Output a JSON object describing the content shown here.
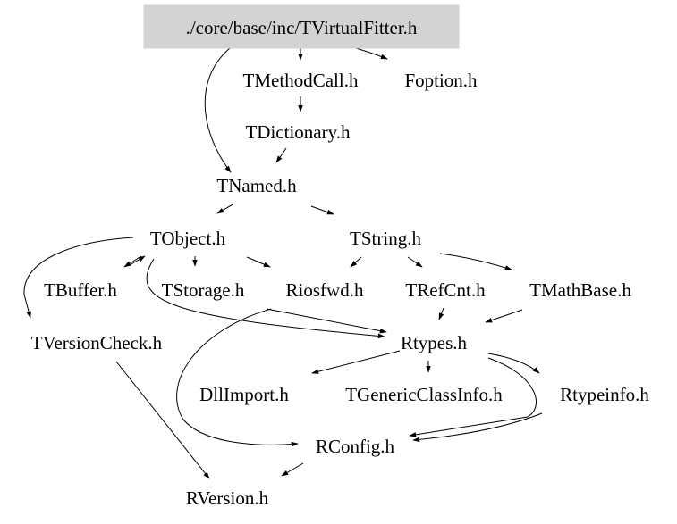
{
  "graph": {
    "title": "./core/base/inc/TVirtualFitter.h",
    "root_fill": "#d3d3d3",
    "nodes": [
      {
        "id": "tvirtualfitter",
        "label": "./core/base/inc/TVirtualFitter.h"
      },
      {
        "id": "tmethodcall",
        "label": "TMethodCall.h"
      },
      {
        "id": "foption",
        "label": "Foption.h"
      },
      {
        "id": "tdictionary",
        "label": "TDictionary.h"
      },
      {
        "id": "tnamed",
        "label": "TNamed.h"
      },
      {
        "id": "tobject",
        "label": "TObject.h"
      },
      {
        "id": "tstring",
        "label": "TString.h"
      },
      {
        "id": "tbuffer",
        "label": "TBuffer.h"
      },
      {
        "id": "tstorage",
        "label": "TStorage.h"
      },
      {
        "id": "riosfwd",
        "label": "Riosfwd.h"
      },
      {
        "id": "trefcnt",
        "label": "TRefCnt.h"
      },
      {
        "id": "tmathbase",
        "label": "TMathBase.h"
      },
      {
        "id": "tversioncheck",
        "label": "TVersionCheck.h"
      },
      {
        "id": "rtypes",
        "label": "Rtypes.h"
      },
      {
        "id": "dllimport",
        "label": "DllImport.h"
      },
      {
        "id": "tgenericclassinfo",
        "label": "TGenericClassInfo.h"
      },
      {
        "id": "rtypeinfo",
        "label": "Rtypeinfo.h"
      },
      {
        "id": "rconfig",
        "label": "RConfig.h"
      },
      {
        "id": "rversion",
        "label": "RVersion.h"
      }
    ],
    "edges": [
      {
        "from": "tvirtualfitter",
        "to": "tmethodcall"
      },
      {
        "from": "tvirtualfitter",
        "to": "foption"
      },
      {
        "from": "tvirtualfitter",
        "to": "tnamed"
      },
      {
        "from": "tmethodcall",
        "to": "tdictionary"
      },
      {
        "from": "tdictionary",
        "to": "tnamed"
      },
      {
        "from": "tnamed",
        "to": "tobject"
      },
      {
        "from": "tnamed",
        "to": "tstring"
      },
      {
        "from": "tobject",
        "to": "tbuffer"
      },
      {
        "from": "tobject",
        "to": "tstorage"
      },
      {
        "from": "tobject",
        "to": "riosfwd"
      },
      {
        "from": "tobject",
        "to": "tversioncheck"
      },
      {
        "from": "tobject",
        "to": "rtypes"
      },
      {
        "from": "tstring",
        "to": "riosfwd"
      },
      {
        "from": "tstring",
        "to": "trefcnt"
      },
      {
        "from": "tstring",
        "to": "tmathbase"
      },
      {
        "from": "tbuffer",
        "to": "tobject"
      },
      {
        "from": "tstorage",
        "to": "rtypes"
      },
      {
        "from": "riosfwd",
        "to": "rconfig"
      },
      {
        "from": "trefcnt",
        "to": "rtypes"
      },
      {
        "from": "tmathbase",
        "to": "rtypes"
      },
      {
        "from": "rtypes",
        "to": "dllimport"
      },
      {
        "from": "rtypes",
        "to": "tgenericclassinfo"
      },
      {
        "from": "rtypes",
        "to": "rtypeinfo"
      },
      {
        "from": "rtypes",
        "to": "rconfig"
      },
      {
        "from": "rtypeinfo",
        "to": "rconfig"
      },
      {
        "from": "rconfig",
        "to": "rversion"
      },
      {
        "from": "tversioncheck",
        "to": "rversion"
      }
    ]
  }
}
